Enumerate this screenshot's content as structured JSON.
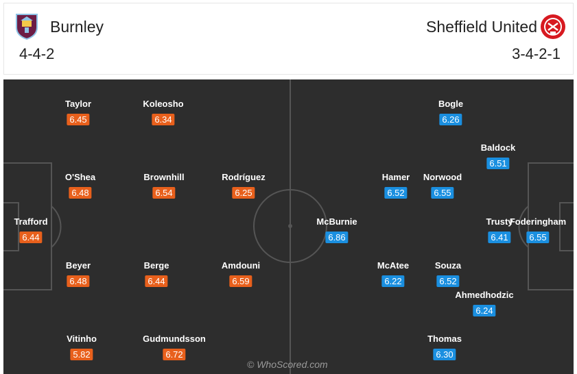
{
  "home": {
    "name": "Burnley",
    "formation": "4-4-2",
    "crest_icon": "burnley-crest-icon",
    "rating_color": "#e8601c",
    "players": [
      {
        "id": "taylor",
        "name": "Taylor",
        "rating": "6.45"
      },
      {
        "id": "koleosho",
        "name": "Koleosho",
        "rating": "6.34"
      },
      {
        "id": "oshea",
        "name": "O'Shea",
        "rating": "6.48"
      },
      {
        "id": "brownhill",
        "name": "Brownhill",
        "rating": "6.54"
      },
      {
        "id": "rodriguez",
        "name": "Rodríguez",
        "rating": "6.25"
      },
      {
        "id": "trafford",
        "name": "Trafford",
        "rating": "6.44"
      },
      {
        "id": "beyer",
        "name": "Beyer",
        "rating": "6.48"
      },
      {
        "id": "berge",
        "name": "Berge",
        "rating": "6.44"
      },
      {
        "id": "amdouni",
        "name": "Amdouni",
        "rating": "6.59"
      },
      {
        "id": "vitinho",
        "name": "Vitinho",
        "rating": "5.82"
      },
      {
        "id": "gudmundsson",
        "name": "Gudmundsson",
        "rating": "6.72"
      }
    ]
  },
  "away": {
    "name": "Sheffield United",
    "formation": "3-4-2-1",
    "crest_icon": "sheffield-united-crest-icon",
    "rating_color": "#1a8fe0",
    "players": [
      {
        "id": "bogle",
        "name": "Bogle",
        "rating": "6.26"
      },
      {
        "id": "baldock",
        "name": "Baldock",
        "rating": "6.51"
      },
      {
        "id": "hamer",
        "name": "Hamer",
        "rating": "6.52"
      },
      {
        "id": "norwood",
        "name": "Norwood",
        "rating": "6.55"
      },
      {
        "id": "mcburnie",
        "name": "McBurnie",
        "rating": "6.86"
      },
      {
        "id": "trusty",
        "name": "Trusty",
        "rating": "6.41"
      },
      {
        "id": "foderingham",
        "name": "Foderingham",
        "rating": "6.55"
      },
      {
        "id": "mcatee",
        "name": "McAtee",
        "rating": "6.22"
      },
      {
        "id": "souza",
        "name": "Souza",
        "rating": "6.52"
      },
      {
        "id": "ahmedhodzic",
        "name": "Ahmedhodzic",
        "rating": "6.24"
      },
      {
        "id": "thomas",
        "name": "Thomas",
        "rating": "6.30"
      }
    ]
  },
  "pitch": {
    "background": "#2d2d2d",
    "line_color": "#555555"
  },
  "watermark": "© WhoScored.com"
}
